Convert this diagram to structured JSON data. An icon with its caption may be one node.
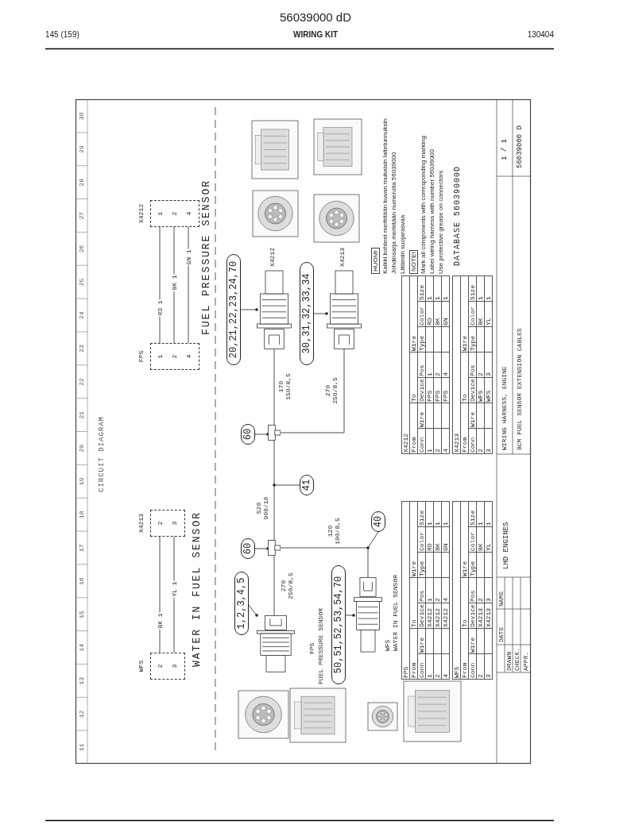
{
  "diagram": {
    "title": "56039000 dD",
    "nodes": [
      {
        "text": [
          "FPS",
          "1",
          "2",
          "4"
        ]
      },
      {
        "text": [
          "X4212",
          "1",
          "2",
          "4"
        ]
      },
      {
        "text": [
          "WFS",
          "2",
          "3"
        ]
      },
      {
        "text": [
          "X4213",
          "2",
          "3"
        ]
      },
      {
        "text": [],
        "shape": "picture"
      },
      {
        "text": [],
        "shape": "picture"
      },
      {
        "text": [],
        "shape": "box"
      },
      {
        "text": [],
        "shape": "box"
      },
      {
        "text": [],
        "shape": "picture"
      },
      {
        "text": [],
        "shape": "picture"
      },
      {
        "text": [
          "20,21,22,23,24,70"
        ]
      },
      {
        "text": [
          "30,31,32,33,34"
        ]
      },
      {
        "text": [
          "60"
        ]
      },
      {
        "text": [
          "41"
        ]
      },
      {
        "text": [
          "60"
        ]
      },
      {
        "text": [
          "1,2,3,4,5"
        ]
      },
      {
        "text": [
          "50,51,52,53,54,70"
        ]
      },
      {
        "text": [
          "40"
        ]
      }
    ],
    "edges": [
      {
        "from": 0,
        "to": 1,
        "arrow": "none",
        "label": "RD 1"
      },
      {
        "from": 0,
        "to": 1,
        "arrow": "none",
        "label": "BK 1"
      },
      {
        "from": 0,
        "to": 1,
        "arrow": "none",
        "label": "GN 1"
      },
      {
        "from": 2,
        "to": 3,
        "arrow": "none",
        "label": "BK 1"
      },
      {
        "from": 2,
        "to": 3,
        "arrow": "none",
        "label": "YL 1"
      },
      {
        "from": 6,
        "to": 4,
        "arrow": "none",
        "label": "170 150/8,5"
      },
      {
        "from": 6,
        "to": 5,
        "arrow": "none",
        "label": "270 250/8,5"
      },
      {
        "from": 6,
        "to": 7,
        "arrow": "none",
        "label": "520 900/10"
      },
      {
        "from": 7,
        "to": 8,
        "arrow": "none",
        "label": "270 250/8,5"
      },
      {
        "from": 7,
        "to": 9,
        "arrow": "none",
        "label": "120 100/8,5"
      },
      {
        "from": 10,
        "to": 4,
        "arrow": "other"
      },
      {
        "from": 11,
        "to": 5,
        "arrow": "other"
      },
      {
        "from": 12,
        "to": 6,
        "arrow": "other"
      },
      {
        "from": 13,
        "to": null,
        "arrow": "other"
      },
      {
        "from": 14,
        "to": 7,
        "arrow": "other"
      },
      {
        "from": 15,
        "to": 8,
        "arrow": "other"
      },
      {
        "from": 16,
        "to": 9,
        "arrow": "other"
      },
      {
        "from": 17,
        "to": null,
        "arrow": "other"
      }
    ],
    "labels": [
      "145 (159)",
      "WIRING KIT",
      "130404",
      "11",
      "12",
      "13",
      "14",
      "15",
      "16",
      "17",
      "18",
      "19",
      "20",
      "21",
      "22",
      "23",
      "24",
      "25",
      "26",
      "27",
      "28",
      "29",
      "30",
      "CIRCUIT DIAGRAM",
      "WATER IN FUEL SENSOR",
      "FUEL PRESSURE SENSOR",
      "X4212",
      "X4213",
      "FPS",
      "FUEL PRESSURE SENSOR",
      "WFS",
      "WATER IN FUEL SENSOR",
      "HUOM!",
      "Kaikki kohteet merkitään kuvan mukaisin laitetunnuksin",
      "Johdinsarja merkitään numerolla 56039000",
      "Liittimiin suojarasvaa",
      "NOTE!",
      "Mark all components with corresponding marking",
      "Label wiring harness with number 56039000",
      "Use protective grease on connectors",
      "FPS",
      "From",
      "To",
      "Wire",
      "Conn",
      "Wire",
      "Device",
      "Pos",
      "Type",
      "Color",
      "Size",
      "1",
      "X4212",
      "1",
      "RD",
      "1",
      "2",
      "X4212",
      "2",
      "BK",
      "1",
      "4",
      "X4212",
      "4",
      "GN",
      "1",
      "X4212",
      "From",
      "To",
      "Wire",
      "Conn",
      "Wire",
      "Device",
      "Pos",
      "Type",
      "Color",
      "Size",
      "1",
      "FPS",
      "1",
      "RD",
      "1",
      "2",
      "FPS",
      "2",
      "BK",
      "1",
      "4",
      "FPS",
      "4",
      "GN",
      "1",
      "WFS",
      "From",
      "To",
      "Wire",
      "Conn",
      "Wire",
      "Device",
      "Pos",
      "Type",
      "Color",
      "Size",
      "2",
      "X4213",
      "2",
      "BK",
      "1",
      "3",
      "X4213",
      "3",
      "YL",
      "1",
      "X4213",
      "From",
      "To",
      "Wire",
      "Conn",
      "Wire",
      "Device",
      "Pos",
      "Type",
      "Color",
      "Size",
      "2",
      "WFS",
      "2",
      "BK",
      "1",
      "3",
      "WFS",
      "3",
      "YL",
      "1",
      "DATABASE 56039000D",
      "DATE",
      "NAME",
      "DRAWN",
      "CHECK.",
      "APPR.",
      "LHD ENGINES",
      "WIRING HARNESS, ENGINE",
      "BCM FUEL SENSOR EXTENSION CABLES",
      "1 / 1",
      "56039000 D"
    ]
  }
}
